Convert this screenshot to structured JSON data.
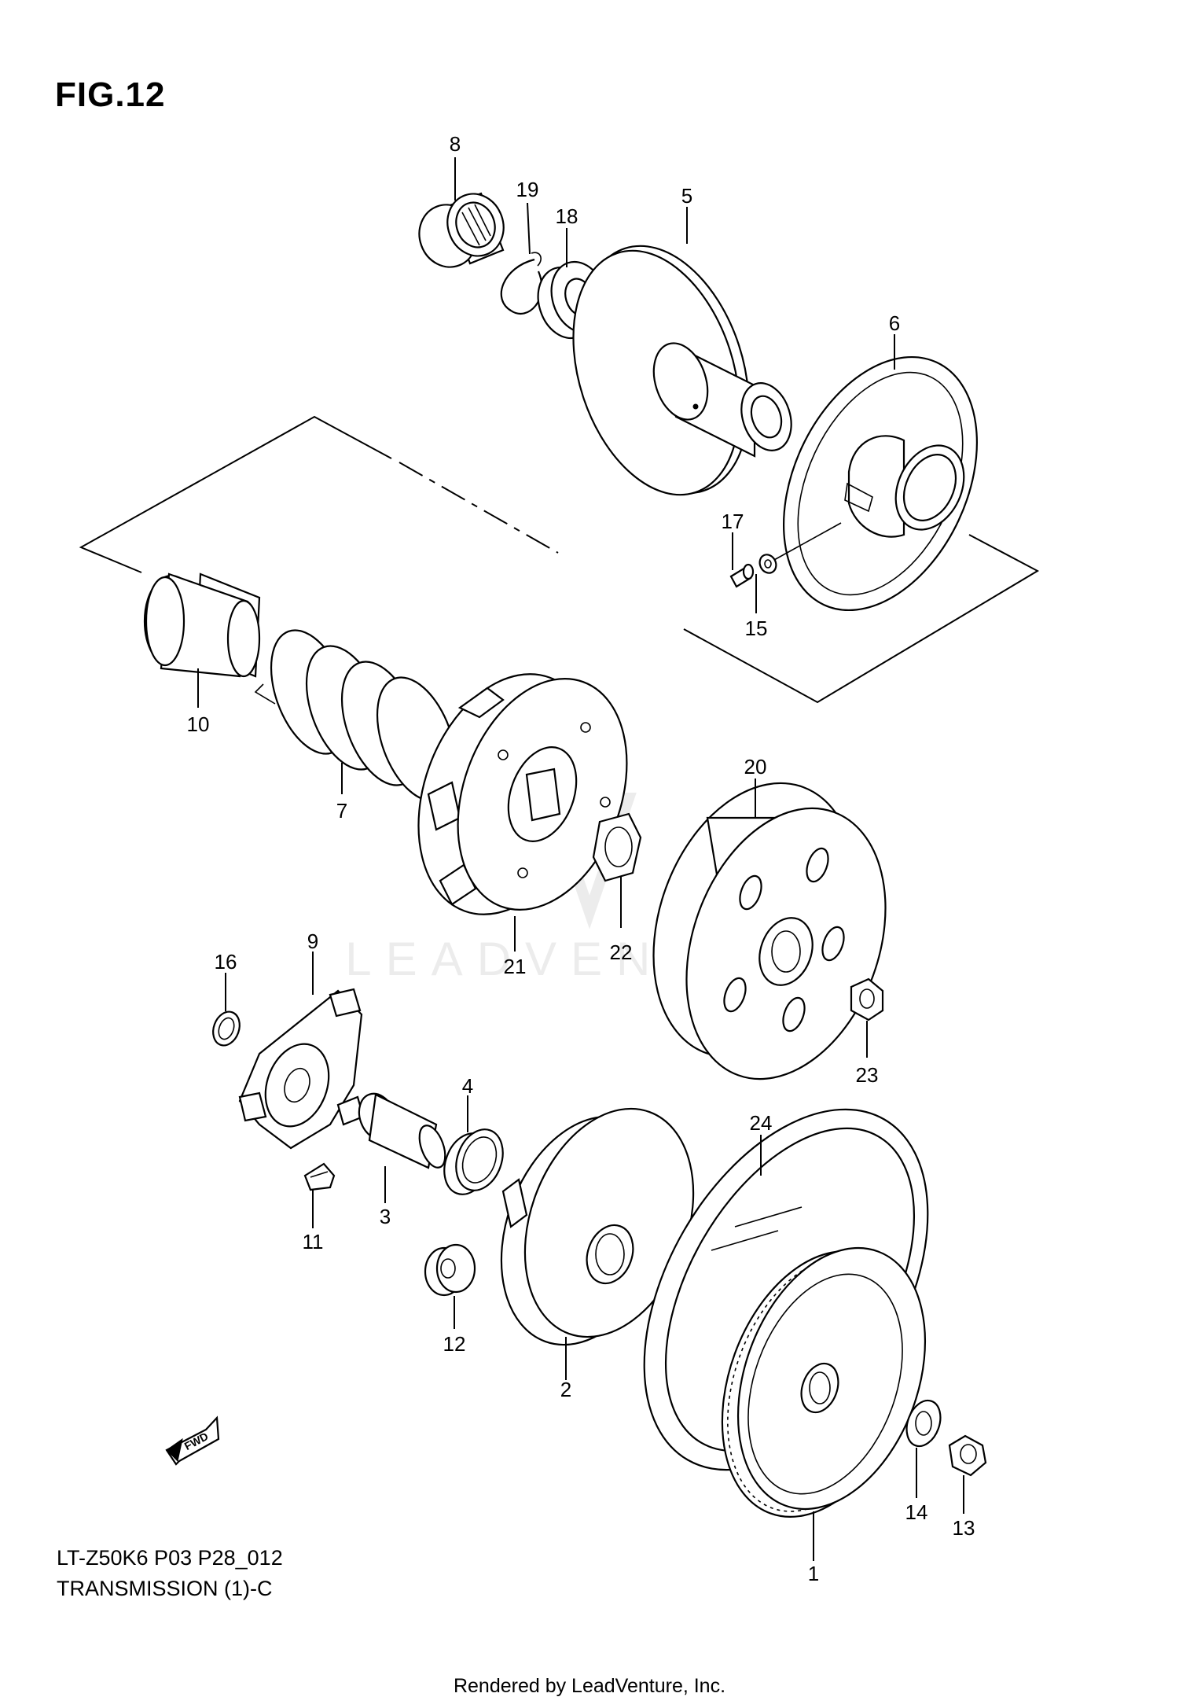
{
  "figure": {
    "title": "FIG.12"
  },
  "diagram": {
    "model_code": "LT-Z50K6 P03 P28_012",
    "section_title": "TRANSMISSION (1)-C",
    "watermark": "LEADVENTURE",
    "fwd_label": "FWD"
  },
  "callouts": [
    "1",
    "2",
    "3",
    "4",
    "5",
    "6",
    "7",
    "8",
    "9",
    "10",
    "11",
    "12",
    "13",
    "14",
    "15",
    "16",
    "17",
    "18",
    "19",
    "20",
    "21",
    "22",
    "23",
    "24"
  ],
  "footer": {
    "credit": "Rendered by LeadVenture, Inc."
  }
}
